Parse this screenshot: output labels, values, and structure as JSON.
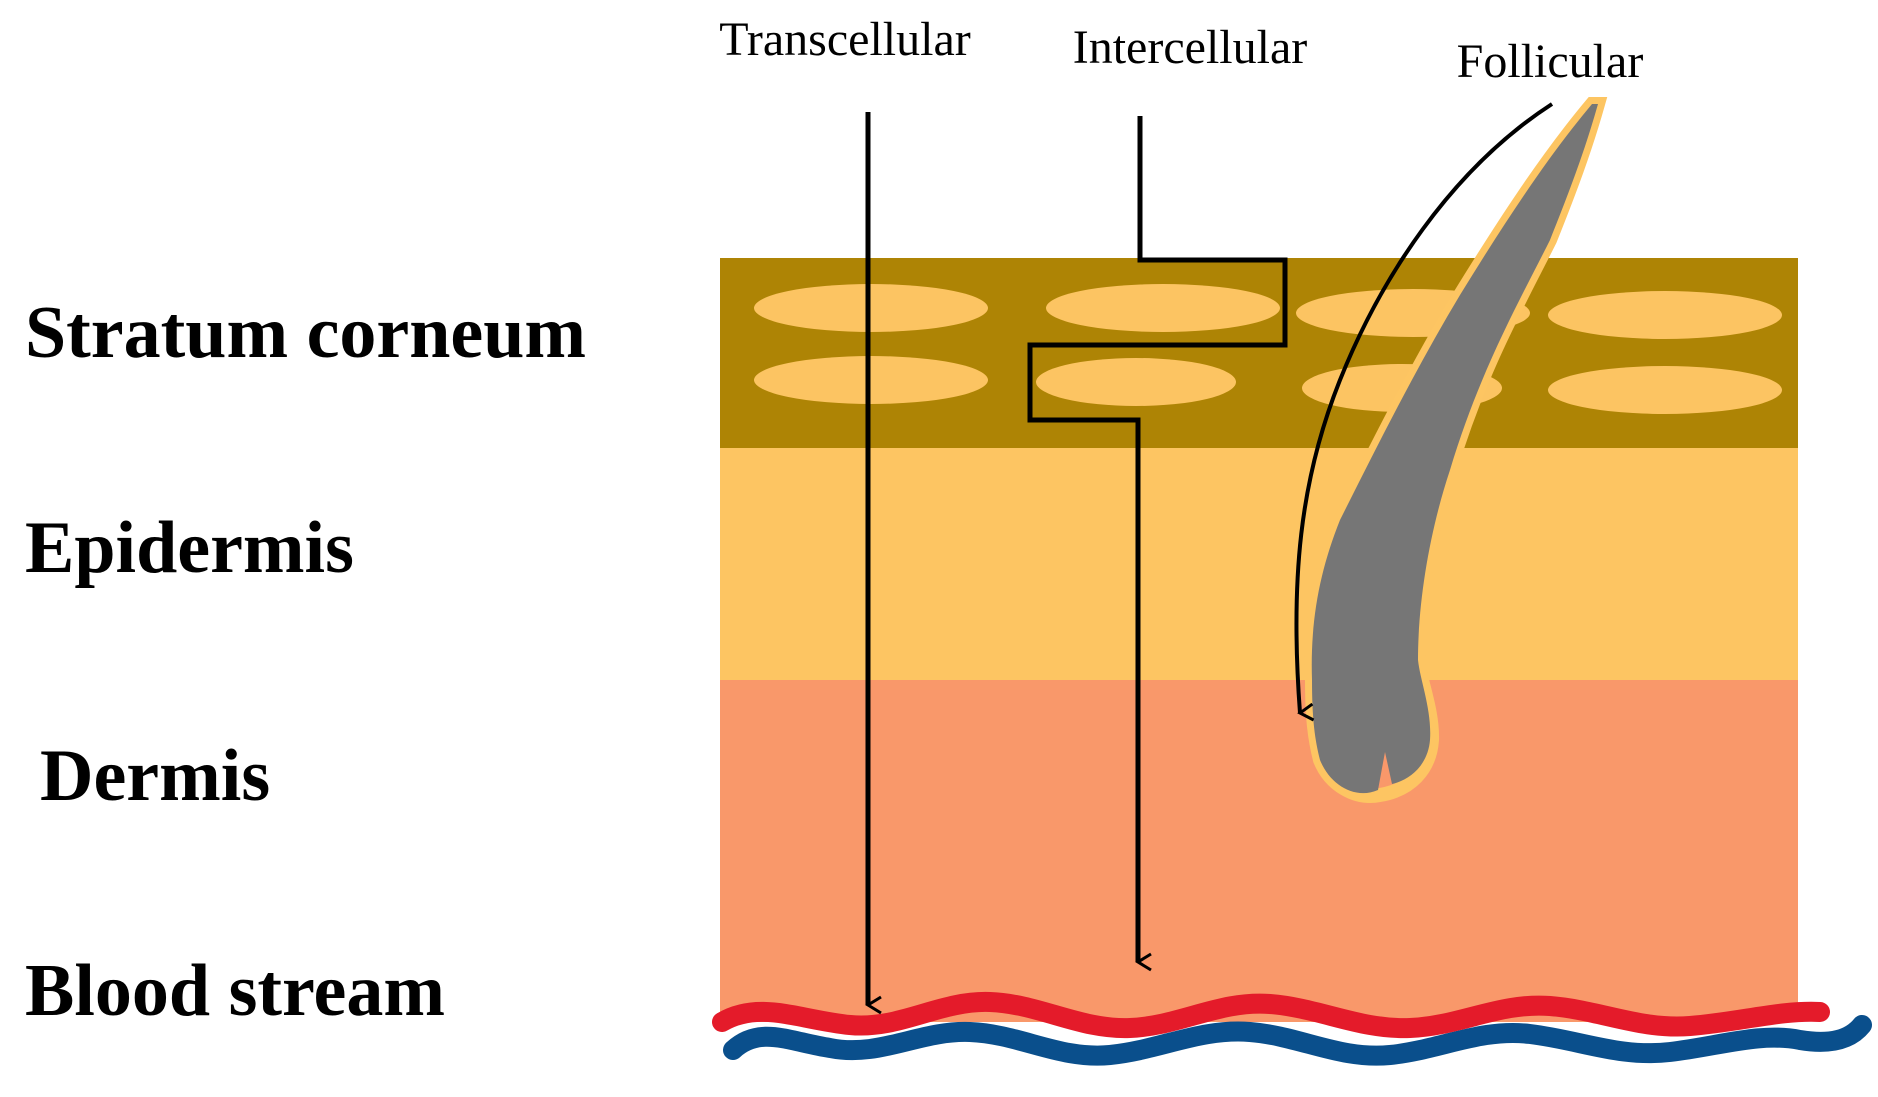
{
  "labels": {
    "stratum_corneum": "Stratum corneum",
    "epidermis": "Epidermis",
    "dermis": "Dermis",
    "blood_stream": "Blood stream"
  },
  "routes": {
    "transcellular": "Transcellular",
    "intercellular": "Intercellular",
    "follicular": "Follicular"
  },
  "colors": {
    "stratum_corneum": "#AE8405",
    "corneocyte": "#FCC462",
    "epidermis": "#FDC562",
    "dermis": "#F9986A",
    "hair_shaft": "#767676",
    "artery": "#E41B2A",
    "vein": "#0A4F8C",
    "arrow": "#000000"
  }
}
